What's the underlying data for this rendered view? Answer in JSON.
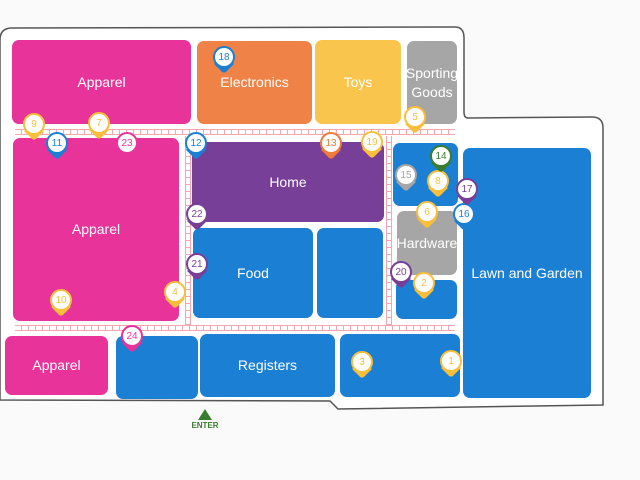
{
  "departments": [
    {
      "label": "Apparel",
      "color": "#e8339a"
    },
    {
      "label": "Electronics",
      "color": "#ef8247"
    },
    {
      "label": "Toys",
      "color": "#f9c54c"
    },
    {
      "label": "Sporting Goods",
      "color": "#a6a6a6"
    },
    {
      "label": "Apparel",
      "color": "#e8339a"
    },
    {
      "label": "Home",
      "color": "#773f97"
    },
    {
      "label": "Food",
      "color": "#1b7fd3"
    },
    {
      "label": "",
      "color": "#1b7fd3"
    },
    {
      "label": "",
      "color": "#1b7fd3"
    },
    {
      "label": "Hardware",
      "color": "#a6a6a6"
    },
    {
      "label": "",
      "color": "#1b7fd3"
    },
    {
      "label": "Lawn and Garden",
      "color": "#1b7fd3"
    },
    {
      "label": "Apparel",
      "color": "#e8339a"
    },
    {
      "label": "",
      "color": "#1b7fd3"
    },
    {
      "label": "Registers",
      "color": "#1b7fd3"
    },
    {
      "label": "",
      "color": "#1b7fd3"
    }
  ],
  "pins": [
    {
      "label": "1",
      "color": "#f9bf3b"
    },
    {
      "label": "2",
      "color": "#f9bf3b"
    },
    {
      "label": "3",
      "color": "#f9bf3b"
    },
    {
      "label": "4",
      "color": "#f9bf3b"
    },
    {
      "label": "5",
      "color": "#f9bf3b"
    },
    {
      "label": "6",
      "color": "#f9bf3b"
    },
    {
      "label": "7",
      "color": "#f9bf3b"
    },
    {
      "label": "8",
      "color": "#f9bf3b"
    },
    {
      "label": "9",
      "color": "#f9bf3b"
    },
    {
      "label": "10",
      "color": "#f9bf3b"
    },
    {
      "label": "11",
      "color": "#1b7fd3"
    },
    {
      "label": "12",
      "color": "#1b7fd3"
    },
    {
      "label": "13",
      "color": "#ef7a3a"
    },
    {
      "label": "14",
      "color": "#3a7d2e"
    },
    {
      "label": "15",
      "color": "#a6a6a6"
    },
    {
      "label": "16",
      "color": "#1b7fd3"
    },
    {
      "label": "17",
      "color": "#773f97"
    },
    {
      "label": "18",
      "color": "#1b7fd3"
    },
    {
      "label": "19",
      "color": "#f9bf3b"
    },
    {
      "label": "20",
      "color": "#773f97"
    },
    {
      "label": "21",
      "color": "#773f97"
    },
    {
      "label": "22",
      "color": "#773f97"
    },
    {
      "label": "23",
      "color": "#e8339a"
    },
    {
      "label": "24",
      "color": "#e8339a"
    }
  ],
  "entrance": {
    "label": "ENTER",
    "color": "#3a7d2e"
  }
}
